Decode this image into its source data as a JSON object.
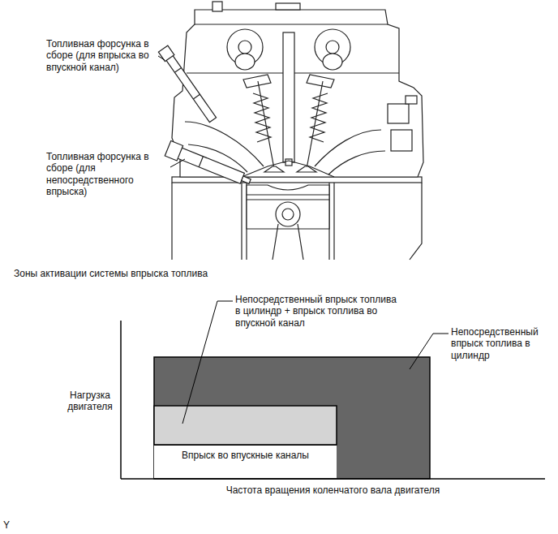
{
  "diagram": {
    "title": "Зоны активации системы впрыска топлива",
    "nodes": [
      {
        "text": [
          "Впрыск во впускные каналы"
        ]
      }
    ],
    "labels": [
      "Топливная форсунка в сборе (для впрыска во впускной канал)",
      "Топливная форсунка в сборе (для непосредственного впрыска)",
      "Непосредственный впрыск топлива в цилиндр + впрыск топлива во впускной канал",
      "Непосредственный впрыск топлива в цилиндр",
      "Нагрузка двигателя",
      "Частота вращения коленчатого вала двигателя",
      "Y"
    ]
  }
}
